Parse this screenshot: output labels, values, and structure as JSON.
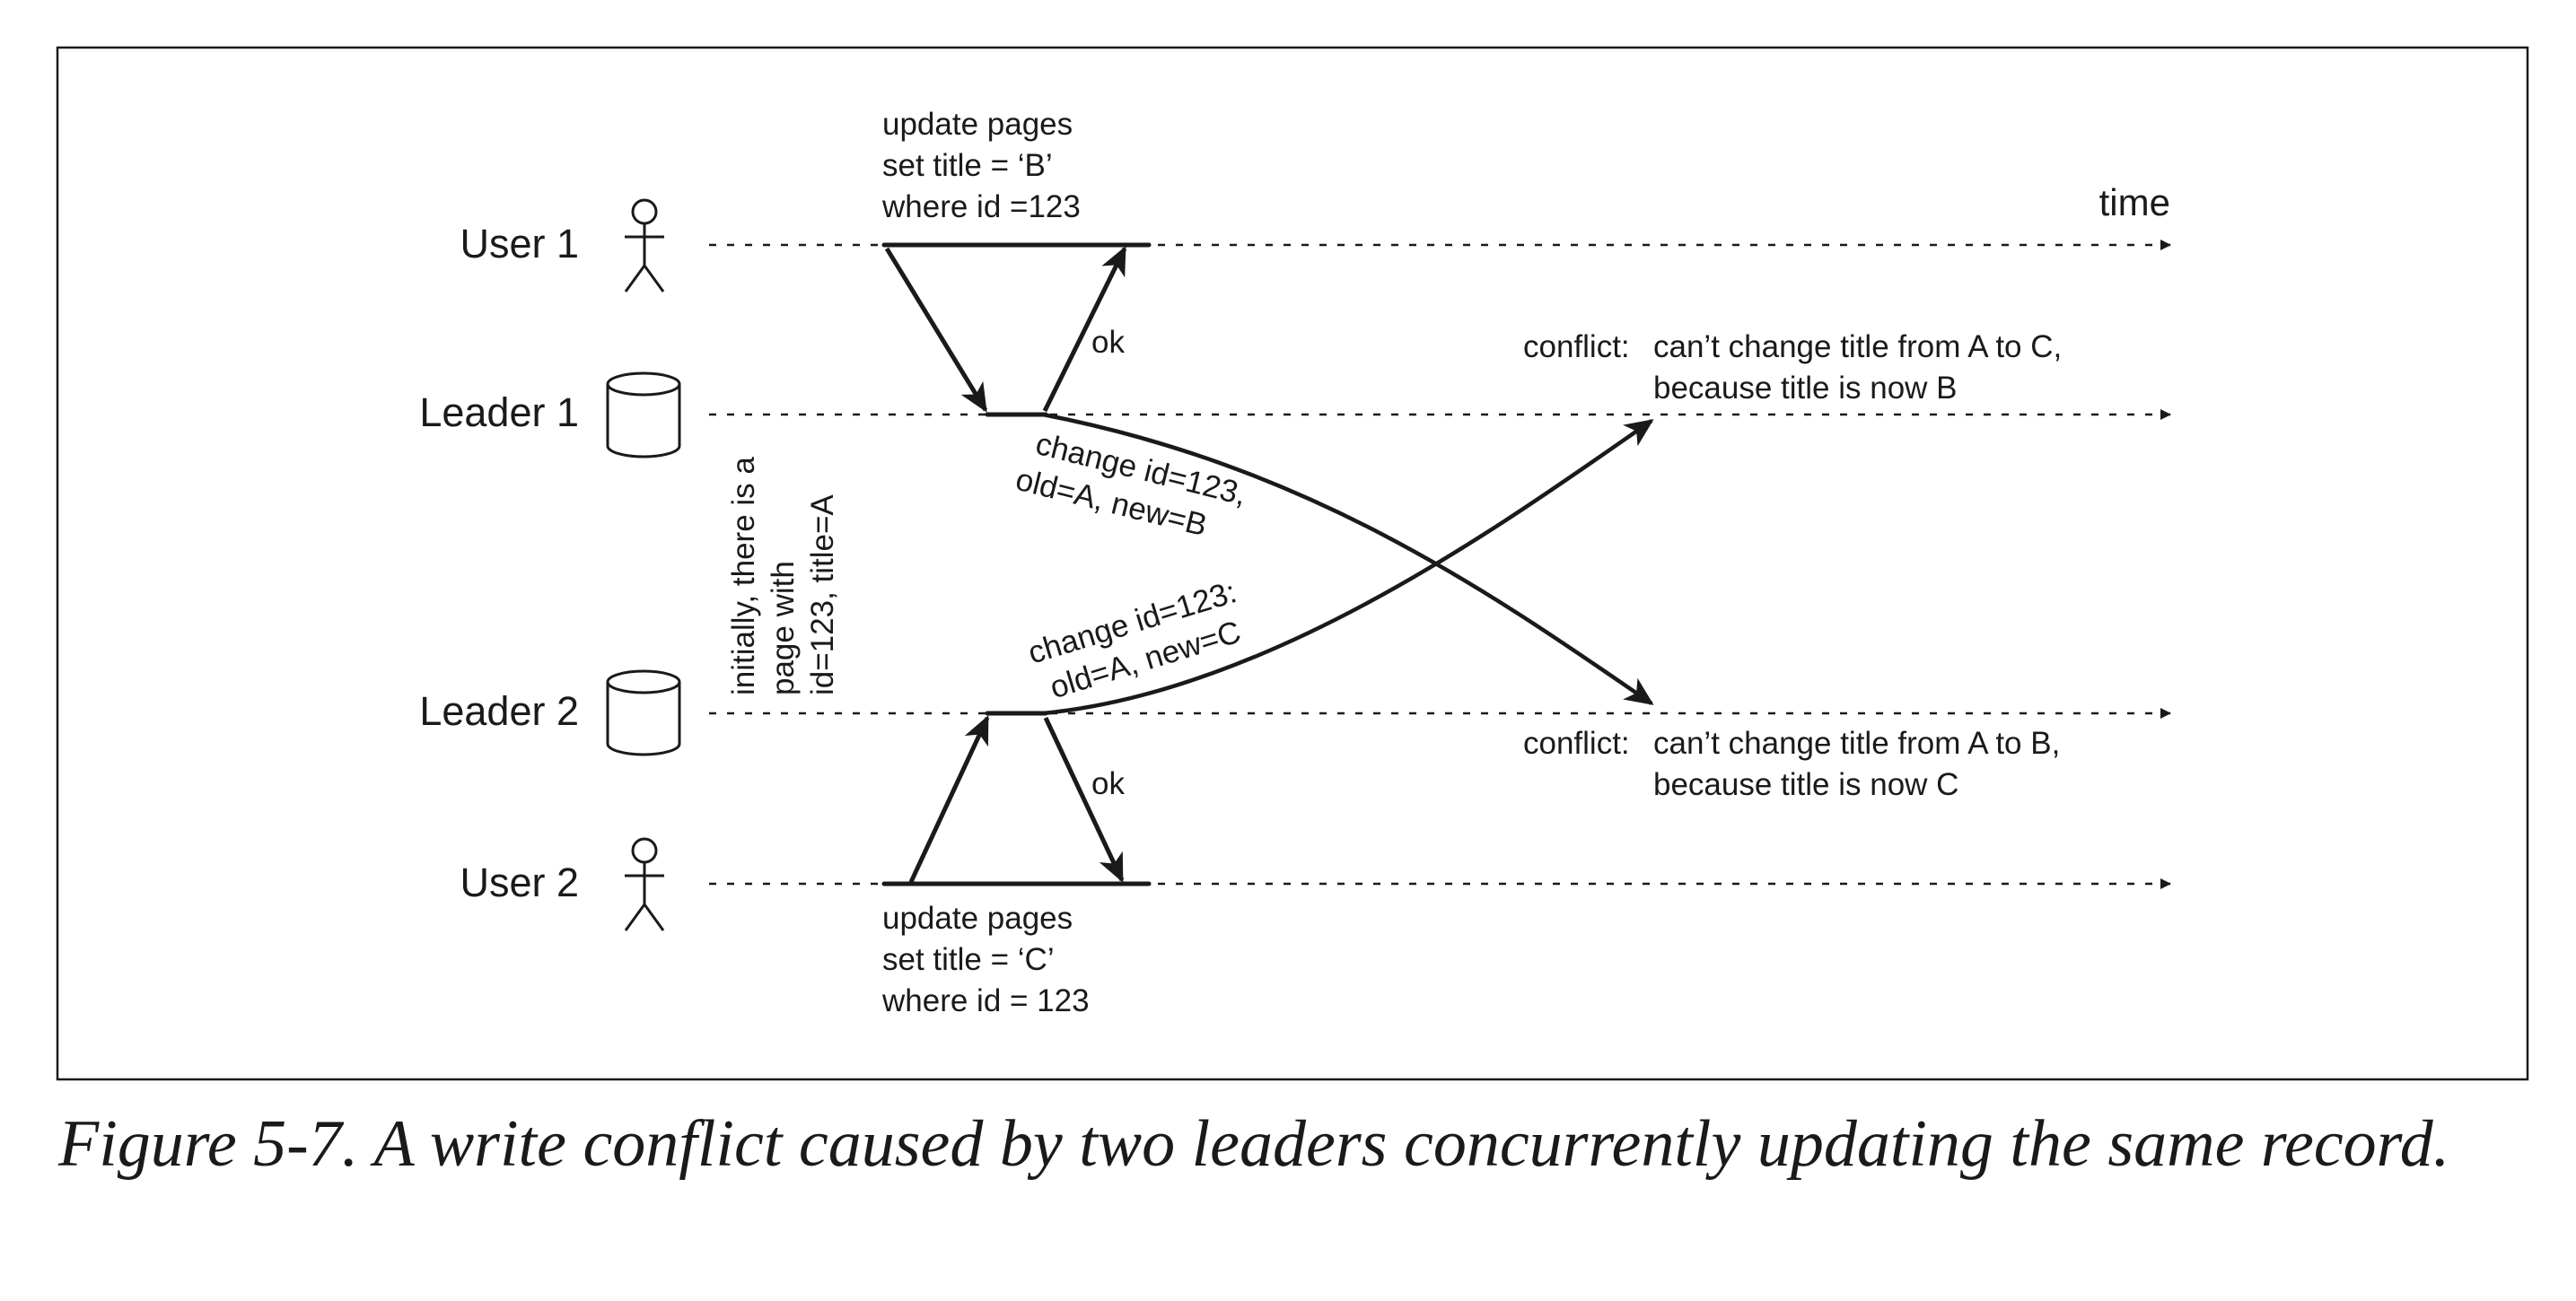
{
  "lanes": {
    "user1": "User 1",
    "leader1": "Leader 1",
    "leader2": "Leader 2",
    "user2": "User 2"
  },
  "time_label": "time",
  "user1_request": [
    "update pages",
    "set title = ‘B’",
    "where id =123"
  ],
  "user2_request": [
    "update pages",
    "set title = ‘C’",
    "where id = 123"
  ],
  "ok_label_1": "ok",
  "ok_label_2": "ok",
  "initial_note": [
    "initially, there is a",
    "page with",
    "id=123, title=A"
  ],
  "replication_l1_to_l2": [
    "change id=123,",
    "old=A, new=B"
  ],
  "replication_l2_to_l1": [
    "change id=123:",
    "old=A, new=C"
  ],
  "conflict_leader1": {
    "prefix": "conflict:",
    "lines": [
      "can’t change title from A to C,",
      "because title is now B"
    ]
  },
  "conflict_leader2": {
    "prefix": "conflict:",
    "lines": [
      "can’t change title from A to B,",
      "because title is now C"
    ]
  },
  "caption": "Figure 5-7. A write conflict caused by two leaders concurrently updating the same record."
}
